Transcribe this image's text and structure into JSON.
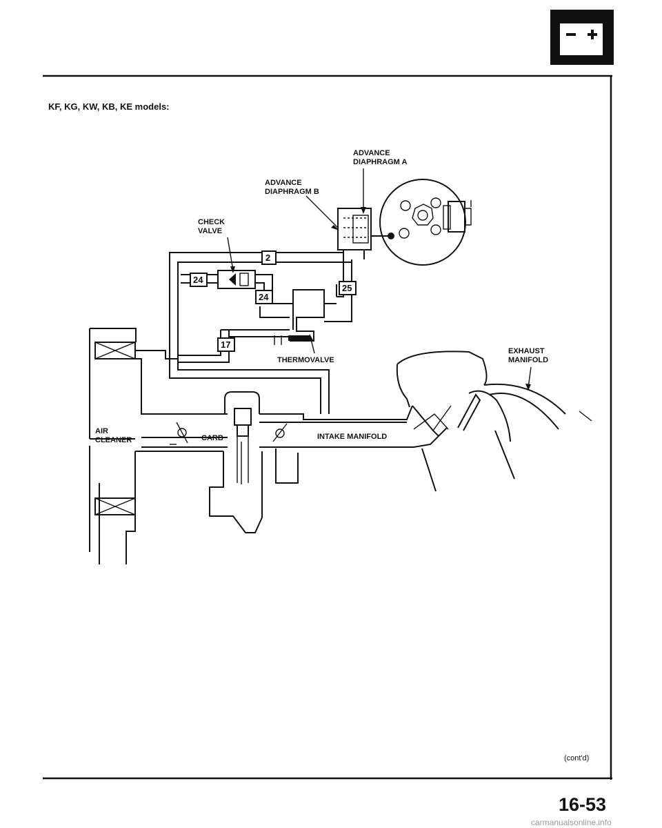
{
  "header": {
    "models": "KF, KG, KW, KB, KE models:"
  },
  "labels": {
    "advance_diaphragm_a": [
      "ADVANCE",
      "DIAPHRAGM A"
    ],
    "advance_diaphragm_b": [
      "ADVANCE",
      "DIAPHRAGM B"
    ],
    "check_valve": [
      "CHECK",
      "VALVE"
    ],
    "thermovalve": "THERMOVALVE",
    "exhaust_manifold": [
      "EXHAUST",
      "MANIFOLD"
    ],
    "air_cleaner": [
      "AIR",
      "CLEANER"
    ],
    "carb": "CARB",
    "intake_manifold": "INTAKE MANIFOLD"
  },
  "hose_numbers": {
    "h2": "2",
    "h24a": "24",
    "h24b": "24",
    "h25": "25",
    "h17": "17"
  },
  "footer": {
    "contd": "(cont'd)",
    "page_number": "16-53",
    "watermark": "carmanualsonline.info"
  },
  "icons": {
    "battery": "battery-icon"
  }
}
